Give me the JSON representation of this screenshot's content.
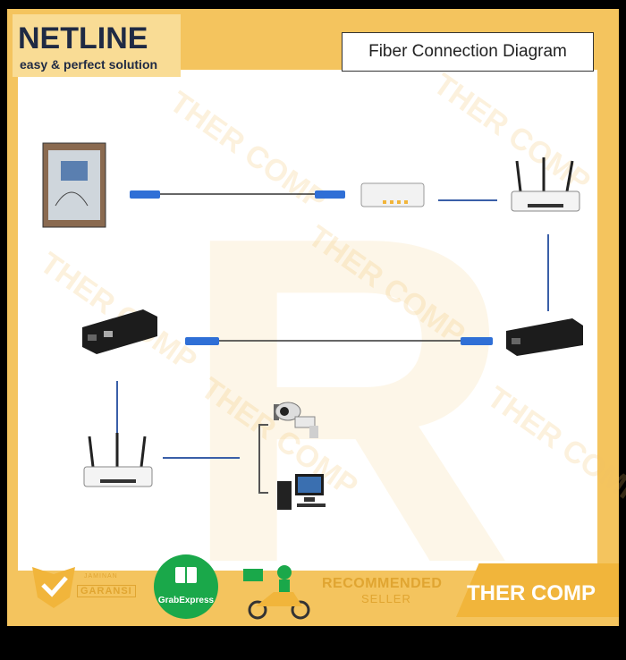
{
  "logo": {
    "brand": "NETLINE",
    "tagline": "easy & perfect solution"
  },
  "title": "Fiber Connection Diagram",
  "watermark": "THER COMP",
  "badges": {
    "warranty_top": "JAMINAN",
    "warranty": "GARANSI",
    "grab": "GrabExpress",
    "recommended": "RECOMMENDED",
    "seller": "SELLER",
    "store": "THER COMP"
  },
  "colors": {
    "frame": "#f4c45e",
    "fiber_blue": "#2f6fd6",
    "cable_blue": "#3a5fa8",
    "grab_green": "#1aa84a",
    "accent": "#f1b53b"
  },
  "nodes": {
    "olt_box": "olt-cabinet-icon",
    "onu": "onu-modem-icon",
    "router_top": "wifi-router-icon",
    "converter_left": "media-converter-icon",
    "converter_right": "media-converter-icon",
    "router_bottom": "wifi-router-icon",
    "camera": "cctv-camera-icon",
    "pc": "desktop-pc-icon"
  }
}
